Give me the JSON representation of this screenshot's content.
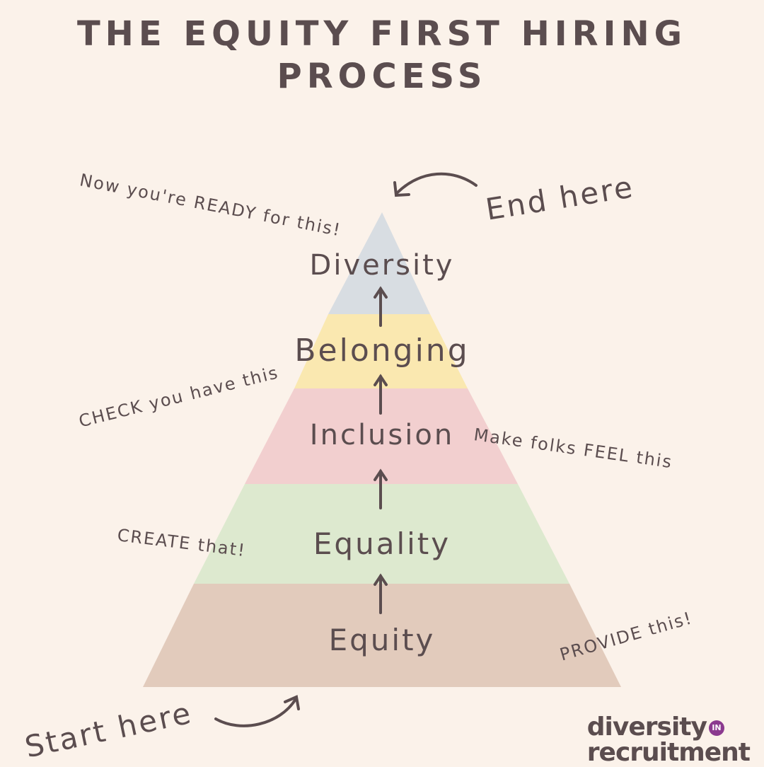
{
  "title": {
    "line1": "THE EQUITY FIRST HIRING",
    "line2": "PROCESS"
  },
  "pyramid": {
    "layers": [
      {
        "label": "Diversity",
        "color": "#d8dde2"
      },
      {
        "label": "Belonging",
        "color": "#fae8b0"
      },
      {
        "label": "Inclusion",
        "color": "#f2cfcf"
      },
      {
        "label": "Equality",
        "color": "#dde9cf"
      },
      {
        "label": "Equity",
        "color": "#e2cbbc"
      }
    ]
  },
  "notes": {
    "ready": "Now you're READY for this!",
    "check": "CHECK you have this",
    "feel": "Make folks FEEL this",
    "create": "CREATE that!",
    "provide": "PROVIDE this!"
  },
  "pointers": {
    "end": "End here",
    "start": "Start here"
  },
  "logo": {
    "line1": "diversity",
    "line2": "recruitment",
    "badge": "IN",
    "badge_color": "#8b3a8f"
  },
  "colors": {
    "text": "#5b4d4f",
    "background": "#fbf2ea"
  }
}
